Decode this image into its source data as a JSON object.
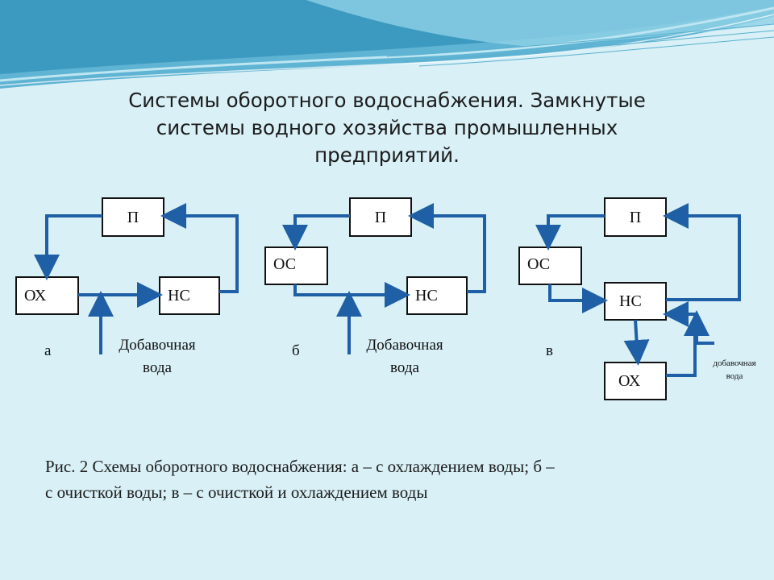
{
  "slide": {
    "title_lines": [
      "Системы оборотного водоснабжения. Замкнутые",
      "системы водного хозяйства промышленных",
      "предприятий."
    ],
    "caption_lines": [
      "Рис. 2 Схемы оборотного водоснабжения: а – с охлаждением воды; б –",
      "с очисткой воды; в – с очисткой и охлаждением воды"
    ]
  },
  "schemes": {
    "a": {
      "letter": "а",
      "box_p": "П",
      "box_left": "ОХ",
      "box_right": "НС",
      "makeup_line1": "Добавочная",
      "makeup_line2": "вода"
    },
    "b": {
      "letter": "б",
      "box_p": "П",
      "box_left": "ОС",
      "box_right": "НС",
      "makeup_line1": "Добавочная",
      "makeup_line2": "вода"
    },
    "c": {
      "letter": "в",
      "box_p": "П",
      "box_os": "ОС",
      "box_ns": "НС",
      "box_oh": "ОХ",
      "makeup_line1": "добавочная",
      "makeup_line2": "вода"
    }
  },
  "colors": {
    "background": "#d8f0f6",
    "arrow": "#1f5fa6",
    "box_border": "#111111",
    "wave_dark": "#3c9ac0",
    "wave_light": "#a8dcea"
  }
}
